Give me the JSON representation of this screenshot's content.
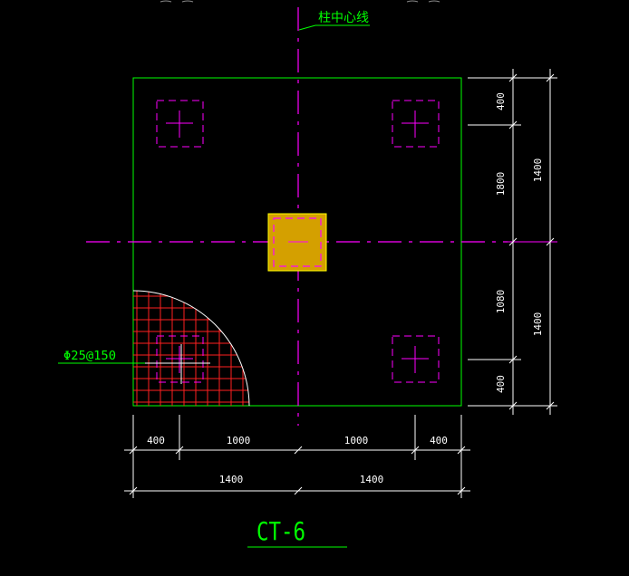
{
  "drawing": {
    "leader_label": "柱中心线",
    "rebar_label": "Φ25@150",
    "title": "CT-6",
    "dims_bottom_row1": [
      "400",
      "1000",
      "1000",
      "400"
    ],
    "dims_bottom_row2": [
      "1400",
      "1400"
    ],
    "dims_right_inner": [
      "400",
      "1800",
      "1080",
      "400"
    ],
    "dims_right_outer": [
      "1400",
      "1400"
    ]
  },
  "colors": {
    "background": "#000000",
    "outline": "#00ff00",
    "centerline": "#ff00ff",
    "pile": "#ff00ff",
    "column_fill": "#d4a000",
    "rebar": "#ff2020",
    "dimension": "#ffffff",
    "leader": "#00ff00"
  }
}
